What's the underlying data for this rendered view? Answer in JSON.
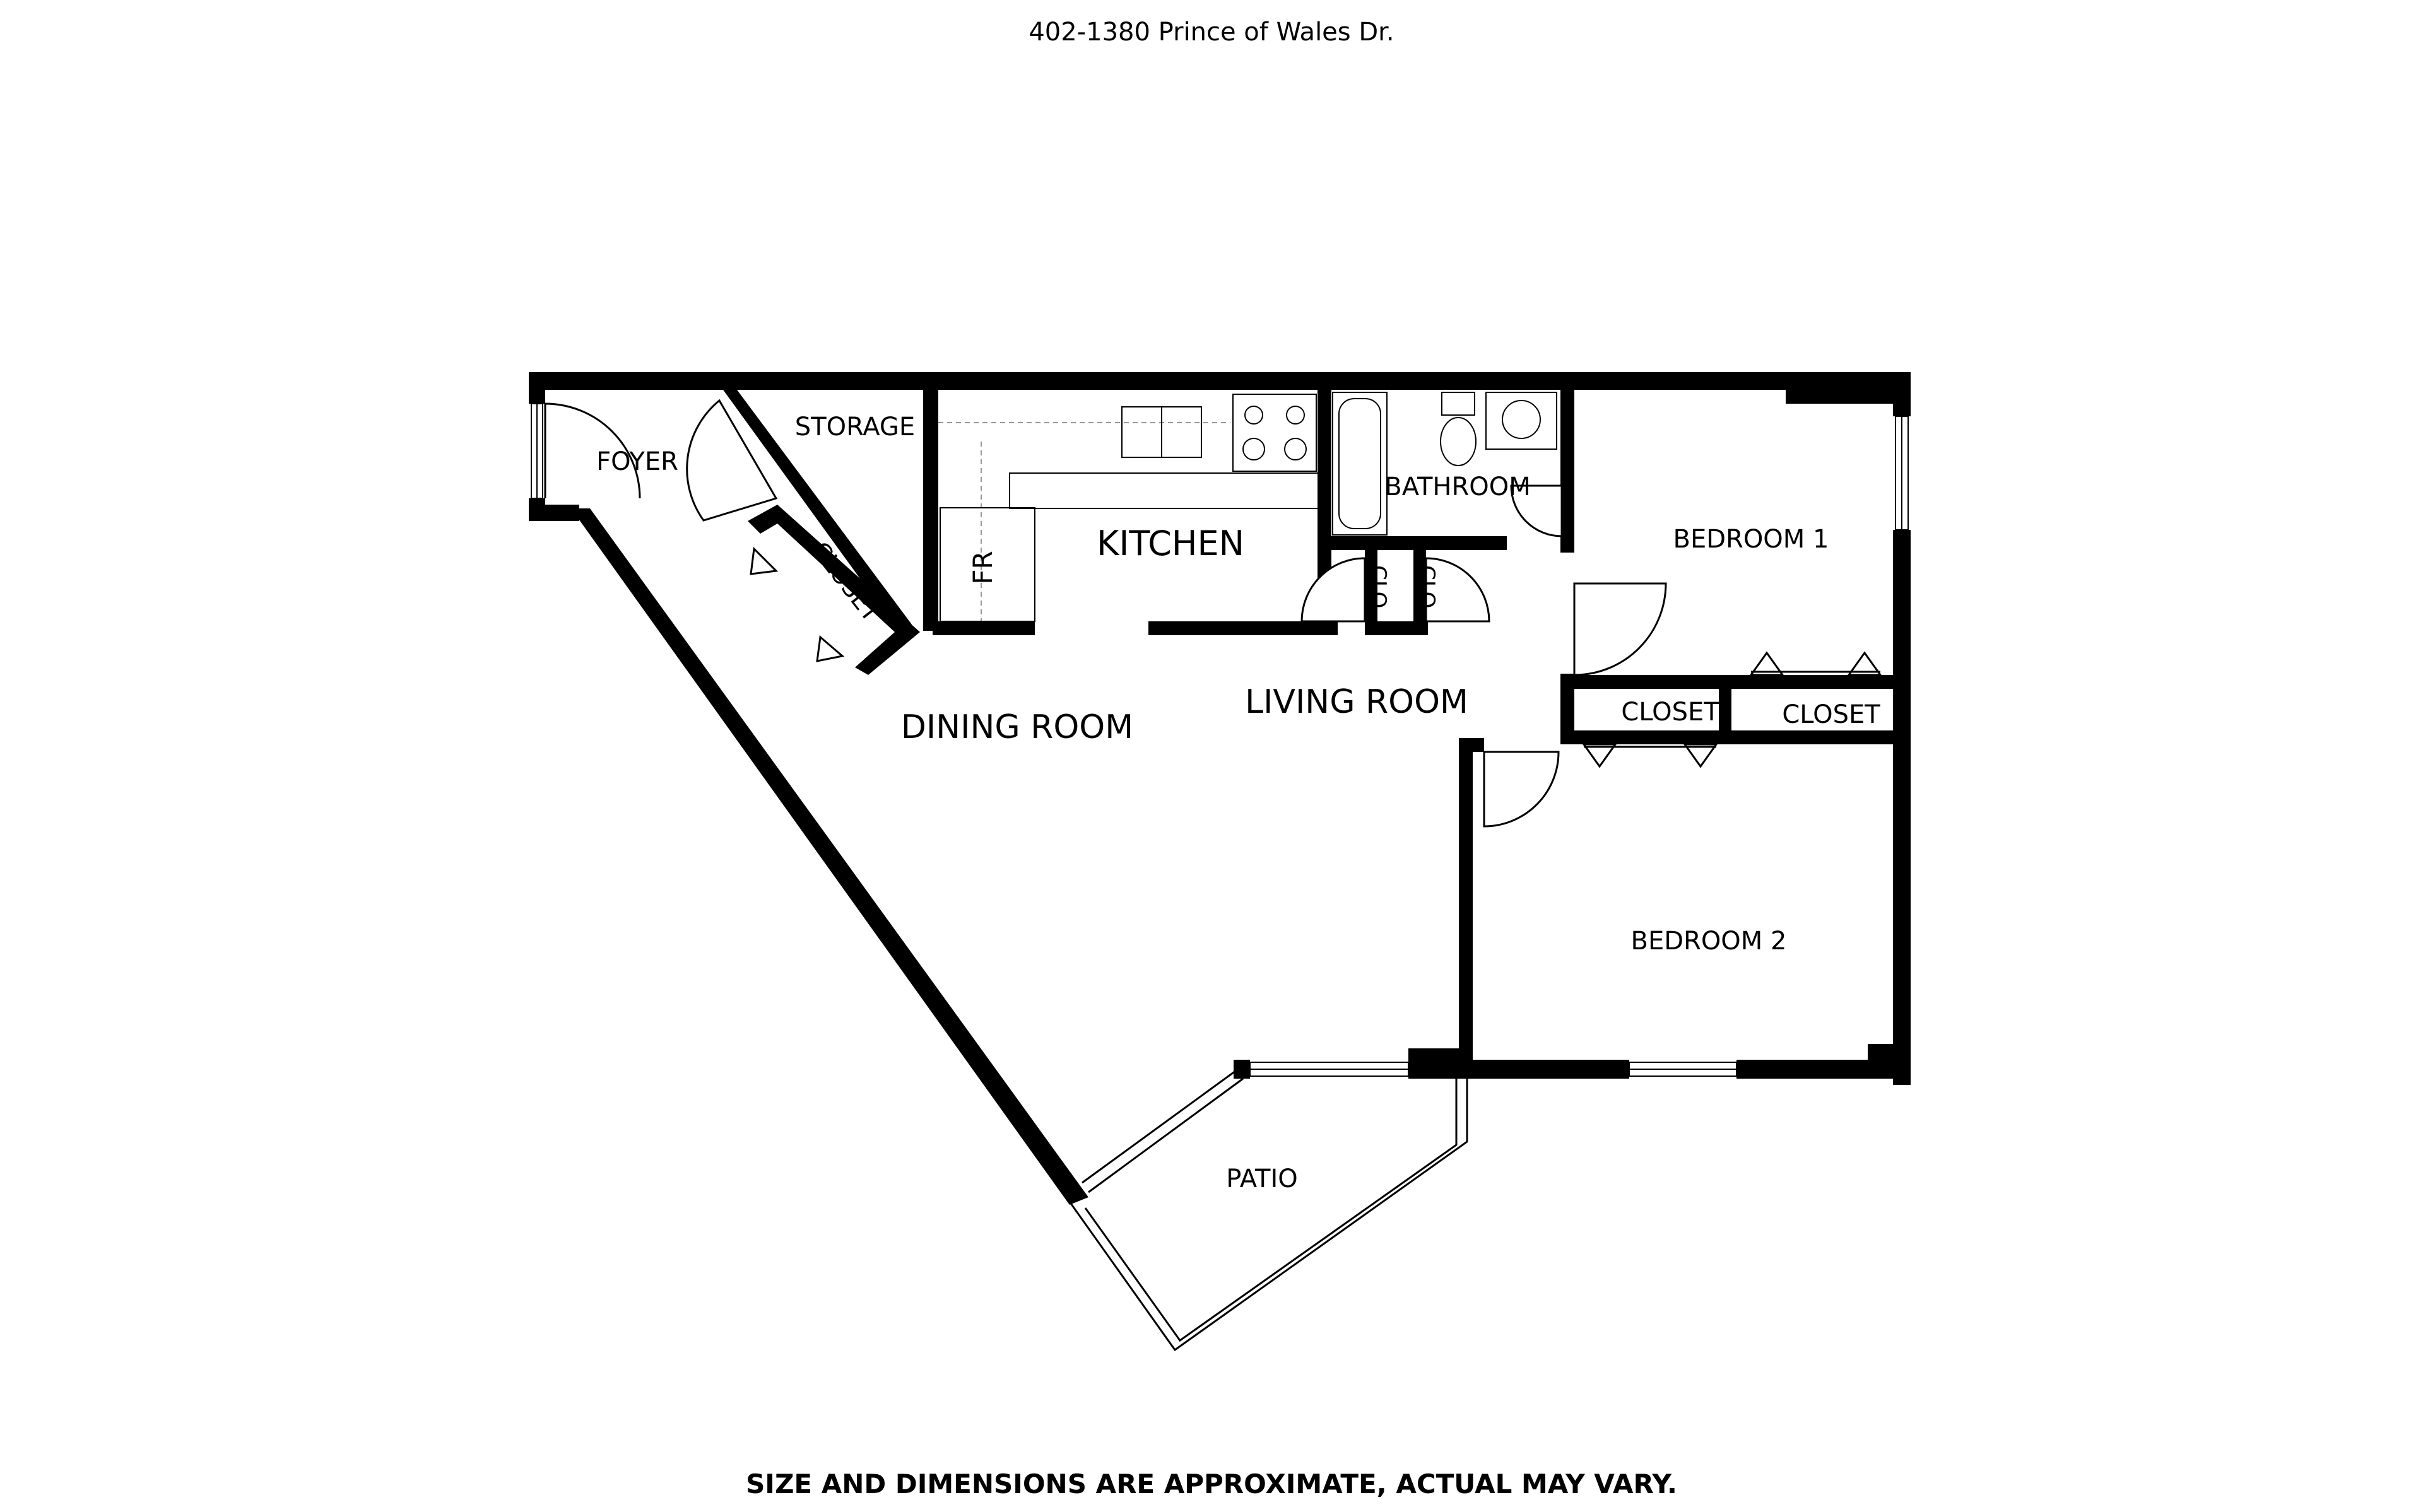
{
  "header": {
    "address": "402-1380 Prince of Wales Dr."
  },
  "footer": {
    "disclaimer": "SIZE AND DIMENSIONS ARE APPROXIMATE, ACTUAL MAY VARY."
  },
  "rooms": {
    "foyer": "FOYER",
    "storage": "STORAGE",
    "closet_entry": "CLOSET",
    "fridge": "FR",
    "kitchen": "KITCHEN",
    "bathroom": "BATHROOM",
    "clo_left": "CLO.",
    "clo_right": "CLO.",
    "bedroom1": "BEDROOM 1",
    "closet_b1_left": "CLOSET",
    "closet_b1_right": "CLOSET",
    "dining_room": "DINING ROOM",
    "living_room": "LIVING ROOM",
    "bedroom2": "BEDROOM 2",
    "patio": "PATIO"
  }
}
